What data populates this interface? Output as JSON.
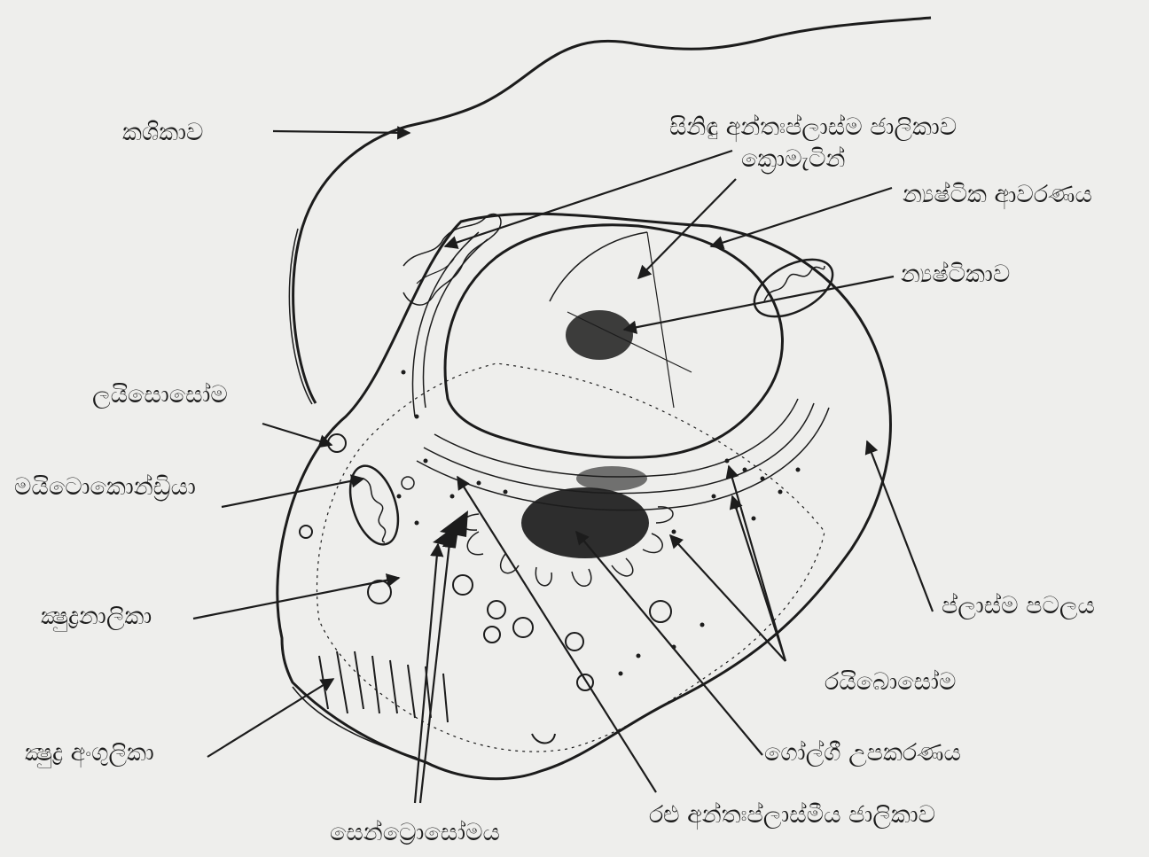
{
  "labels": {
    "flagellum": "කශිකාව",
    "smooth_er": "සිනිඳු අන්තඃප්ලාස්ම ජාලිකාව",
    "chromatin": "ක්‍රොමැටින්",
    "nuclear_envelope": "න්‍යෂ්ටික ආවරණය",
    "nucleolus": "න්‍යෂ්ටිකාව",
    "lysosome": "ලයිසොසෝම",
    "mitochondria": "මයිටොකොන්ඩ්‍රියා",
    "microtubules": "ක්‍ෂුද්‍රනාලිකා",
    "plasma_membrane": "ප්ලාස්ම පටලය",
    "ribosomes": "රයිබොසෝම",
    "microvilli": "ක්‍ෂුද්‍ර අංගුලිකා",
    "golgi": "ගෝල්ගී උපකරණය",
    "rough_er": "රළු අන්තඃප්ලාස්මීය ජාලිකාව",
    "centrosome": "සෙන්ට්‍රොසෝමය"
  },
  "colors": {
    "background": "#eeeeec",
    "ink": "#1c1c1c"
  }
}
